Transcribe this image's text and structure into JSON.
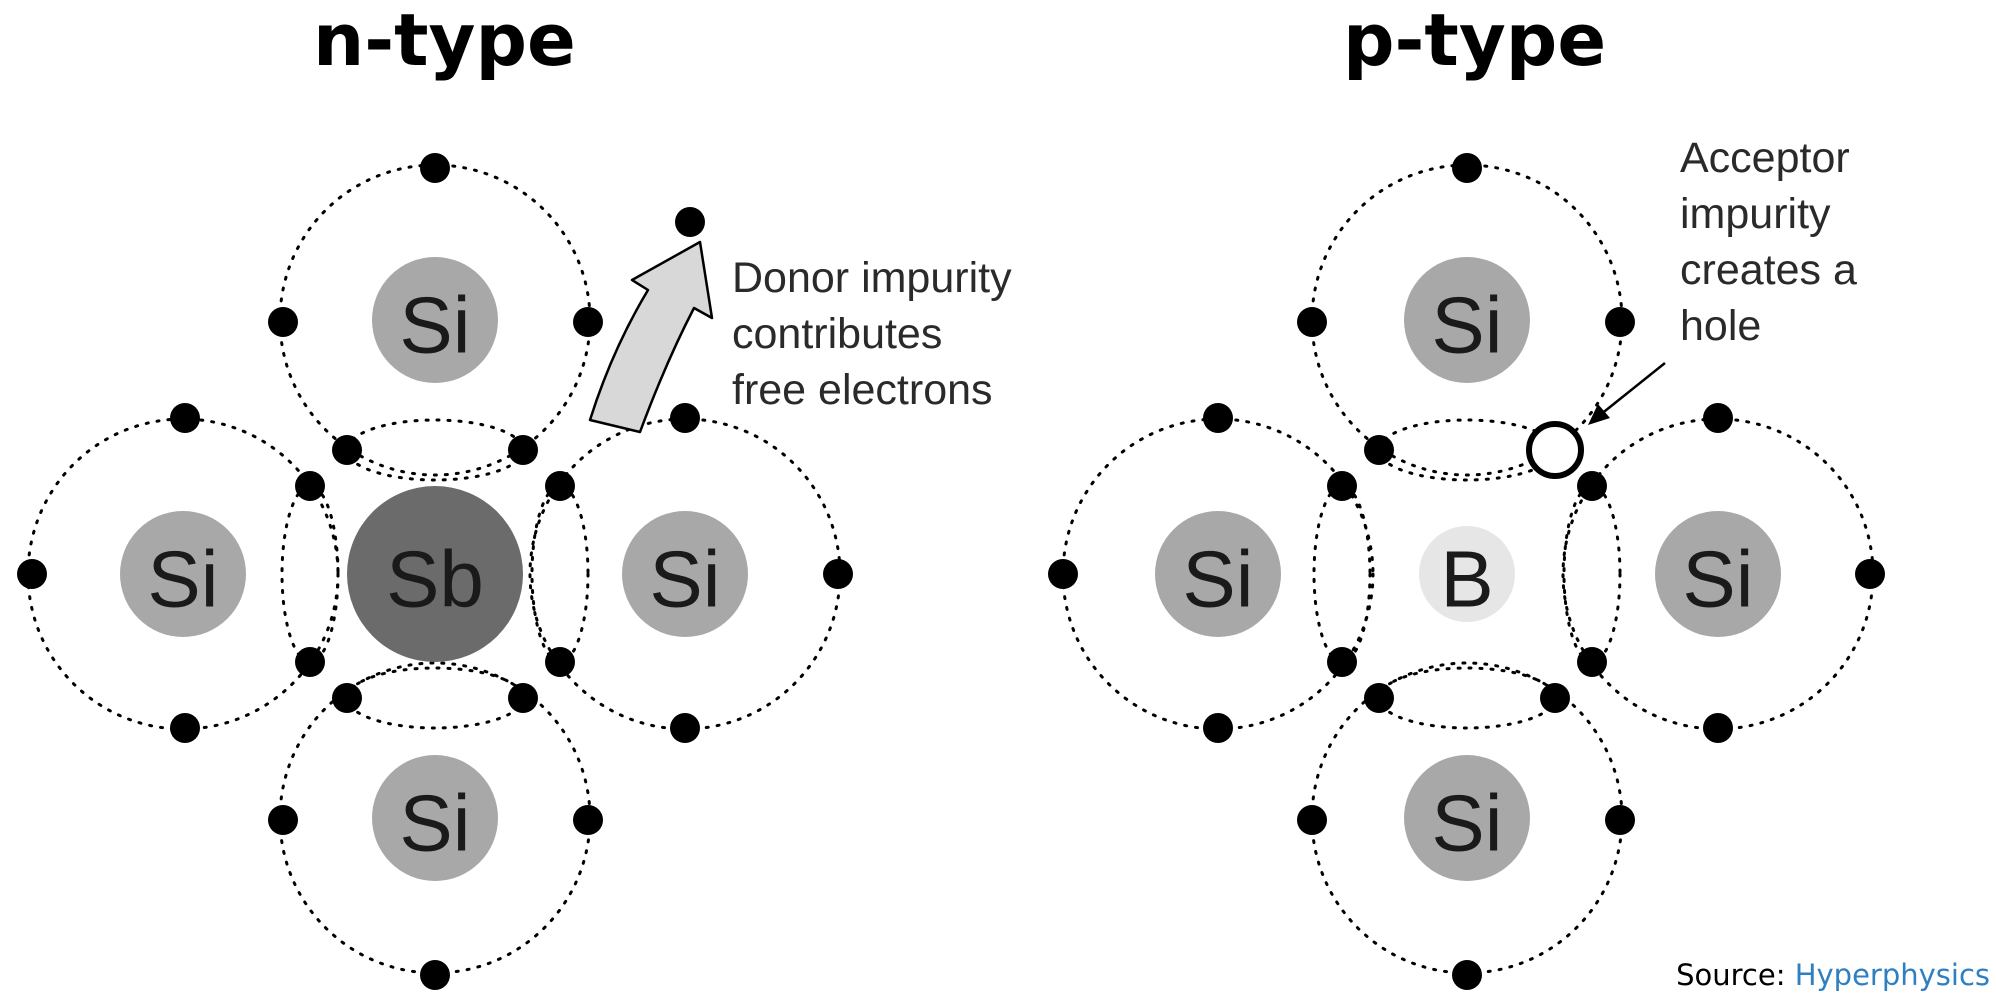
{
  "titles": {
    "left": "n-type",
    "right": "p-type"
  },
  "atoms": {
    "silicon": "Si",
    "antimony": "Sb",
    "boron": "B"
  },
  "annotations": {
    "donor": [
      "Donor impurity",
      "contributes",
      "free electrons"
    ],
    "acceptor": [
      "Acceptor",
      "impurity",
      "creates a",
      "hole"
    ]
  },
  "source": {
    "label": "Source:",
    "link_text": "Hyperphysics"
  },
  "colors": {
    "silicon": "#a8a8a8",
    "antimony": "#6b6b6b",
    "boron": "#e6e6e6",
    "link": "#2f7fc1"
  }
}
